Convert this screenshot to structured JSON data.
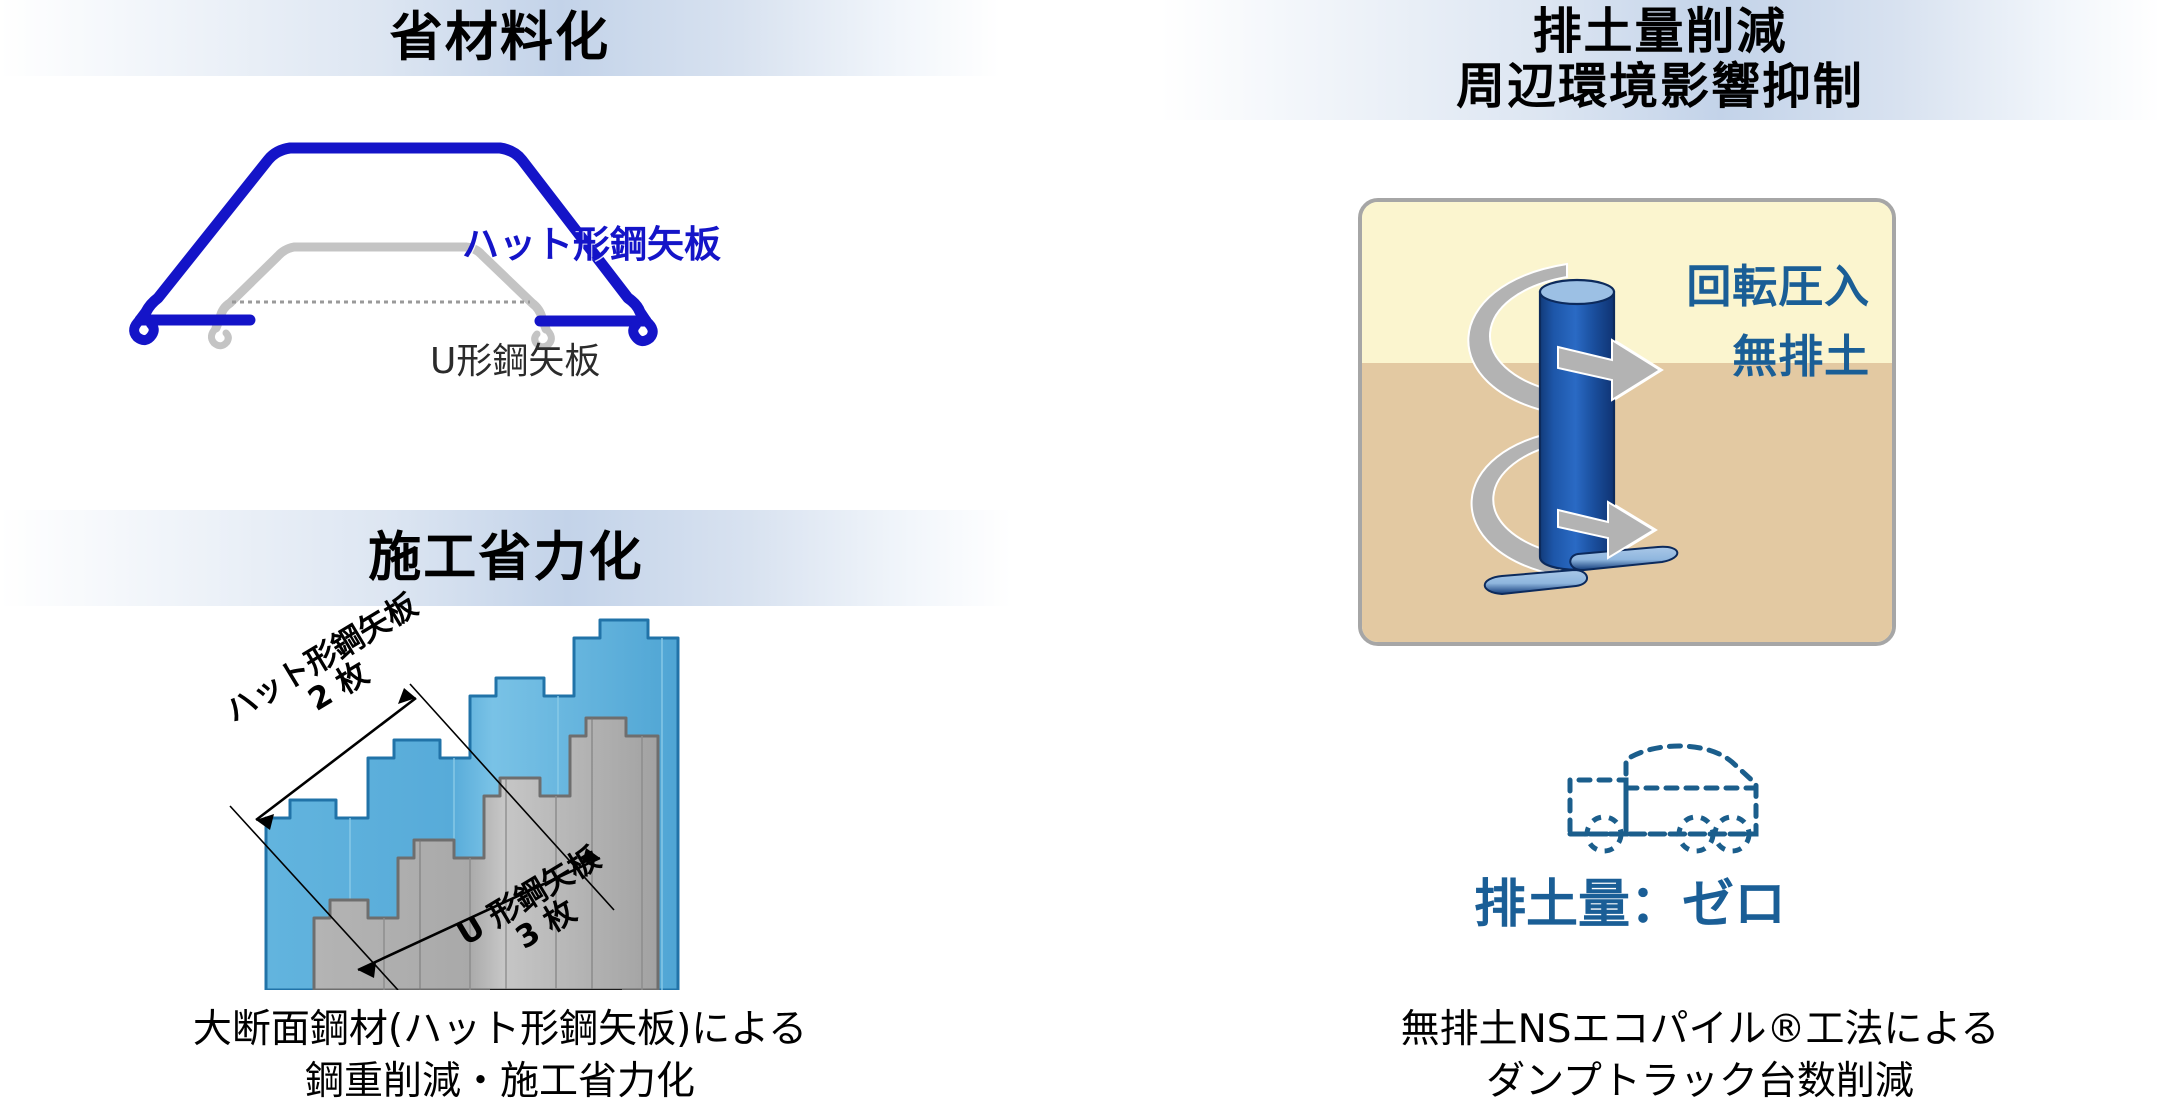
{
  "headers": {
    "save_material": "省材料化",
    "save_labor": "施工省力化",
    "soil_reduction_line1": "排土量削減",
    "soil_reduction_line2": "周辺環境影響抑制"
  },
  "cross_section": {
    "hat_label": "ハット形鋼矢板",
    "u_label": "U形鋼矢板",
    "hat_color": "#1414c8",
    "u_color": "#c4c4c4"
  },
  "pile_illustration": {
    "hat_dimension_line1": "ハット形鋼矢板",
    "hat_dimension_line2": "2 枚",
    "u_dimension_line1": "U 形鋼矢板",
    "u_dimension_line2": "3 枚",
    "hat_fill": "#5aafdc",
    "u_fill": "#b0b0b0"
  },
  "captions": {
    "left_line1": "大断面鋼材(ハット形鋼矢板)による",
    "left_line2": "鋼重削減・施工省力化",
    "right_line1": "無排土NSエコパイル®工法による",
    "right_line2": "ダンプトラック台数削減"
  },
  "soil_panel": {
    "text_line1": "回転圧入",
    "text_line2": "無排土",
    "sky_color": "#fbf5cf",
    "ground_color": "#e3c9a2",
    "pile_color": "#1c4f9c",
    "arrow_color": "#b3b3b3",
    "text_color": "#1a5e96"
  },
  "zero_soil": {
    "headline": "排土量：ゼロ",
    "truck_icon": "dump-truck-dashed-icon",
    "color": "#1a5e96"
  }
}
